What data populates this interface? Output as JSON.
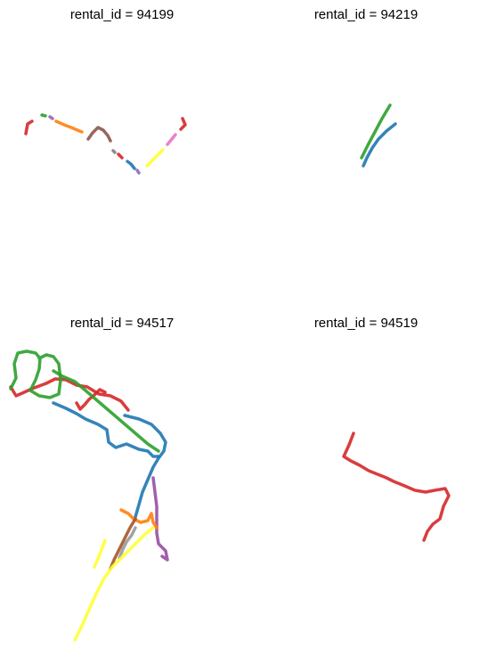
{
  "chart_data": [
    {
      "type": "line",
      "title": "rental_id = 94199",
      "xlim": [
        0,
        274
      ],
      "ylim": [
        364,
        0
      ],
      "series": [
        {
          "color": "#d62728",
          "points": [
            [
              29,
              150
            ],
            [
              31,
              139
            ],
            [
              36,
              136
            ]
          ]
        },
        {
          "color": "#2ca02c",
          "points": [
            [
              47,
              129
            ],
            [
              51,
              130
            ]
          ]
        },
        {
          "color": "#9467bd",
          "points": [
            [
              56,
              131
            ],
            [
              59,
              133
            ]
          ]
        },
        {
          "color": "#ff7f0e",
          "points": [
            [
              63,
              136
            ],
            [
              72,
              140
            ],
            [
              80,
              143
            ],
            [
              87,
              146
            ],
            [
              92,
              148
            ]
          ]
        },
        {
          "color": "#8c564b",
          "points": [
            [
              99,
              156
            ],
            [
              104,
              149
            ],
            [
              110,
              143
            ],
            [
              116,
              146
            ],
            [
              121,
              152
            ],
            [
              124,
              158
            ]
          ]
        },
        {
          "color": "#7f7f7f",
          "points": [
            [
              127,
              169
            ],
            [
              129,
              171
            ]
          ]
        },
        {
          "color": "#d62728",
          "points": [
            [
              133,
              173
            ],
            [
              137,
              177
            ]
          ]
        },
        {
          "color": "#1f77b4",
          "points": [
            [
              143,
              181
            ],
            [
              147,
              184
            ],
            [
              151,
              189
            ]
          ]
        },
        {
          "color": "#9467bd",
          "points": [
            [
              154,
              191
            ],
            [
              156,
              194
            ]
          ]
        },
        {
          "color": "#ffff33",
          "points": [
            [
              165,
              186
            ],
            [
              172,
              179
            ],
            [
              179,
              172
            ],
            [
              183,
              168
            ]
          ]
        },
        {
          "color": "#e377c2",
          "points": [
            [
              188,
              162
            ],
            [
              193,
              156
            ],
            [
              197,
              151
            ]
          ]
        },
        {
          "color": "#d62728",
          "points": [
            [
              203,
              145
            ],
            [
              208,
              140
            ],
            [
              205,
              133
            ]
          ]
        }
      ]
    },
    {
      "type": "line",
      "title": "rental_id = 94219",
      "xlim": [
        0,
        274
      ],
      "ylim": [
        364,
        0
      ],
      "series": [
        {
          "color": "#1f77b4",
          "points": [
            [
              134,
              186
            ],
            [
              138,
              177
            ],
            [
              144,
              166
            ],
            [
              151,
              156
            ],
            [
              160,
              147
            ],
            [
              170,
              139
            ]
          ]
        },
        {
          "color": "#2ca02c",
          "points": [
            [
              132,
              177
            ],
            [
              139,
              163
            ],
            [
              147,
              148
            ],
            [
              155,
              133
            ],
            [
              164,
              118
            ]
          ]
        }
      ]
    },
    {
      "type": "line",
      "title": "rental_id = 94517",
      "xlim": [
        0,
        274
      ],
      "ylim": [
        364,
        0
      ],
      "series": [
        {
          "color": "#d62728",
          "points": [
            [
              12,
              88
            ],
            [
              18,
              98
            ],
            [
              25,
              95
            ],
            [
              36,
              90
            ],
            [
              52,
              84
            ],
            [
              62,
              79
            ],
            [
              74,
              80
            ],
            [
              86,
              86
            ],
            [
              98,
              88
            ],
            [
              111,
              96
            ],
            [
              124,
              98
            ],
            [
              136,
              104
            ],
            [
              144,
              114
            ]
          ]
        },
        {
          "color": "#d62728",
          "points": [
            [
              86,
              106
            ],
            [
              90,
              113
            ],
            [
              95,
              108
            ],
            [
              100,
              102
            ],
            [
              106,
              97
            ],
            [
              112,
              91
            ],
            [
              118,
              94
            ]
          ]
        },
        {
          "color": "#2ca02c",
          "points": [
            [
              12,
              90
            ],
            [
              18,
              78
            ],
            [
              16,
              62
            ],
            [
              20,
              50
            ],
            [
              30,
              48
            ],
            [
              40,
              50
            ],
            [
              45,
              56
            ],
            [
              44,
              68
            ],
            [
              40,
              80
            ],
            [
              34,
              92
            ],
            [
              44,
              98
            ],
            [
              56,
              100
            ],
            [
              66,
              96
            ],
            [
              68,
              80
            ],
            [
              66,
              62
            ],
            [
              60,
              54
            ],
            [
              52,
              52
            ],
            [
              44,
              56
            ]
          ]
        },
        {
          "color": "#2ca02c",
          "points": [
            [
              60,
              70
            ],
            [
              70,
              76
            ],
            [
              84,
              82
            ],
            [
              96,
              92
            ],
            [
              110,
              104
            ],
            [
              124,
              116
            ],
            [
              138,
              128
            ],
            [
              152,
              140
            ],
            [
              166,
              152
            ],
            [
              178,
              160
            ]
          ]
        },
        {
          "color": "#1f77b4",
          "points": [
            [
              60,
              106
            ],
            [
              74,
              112
            ],
            [
              86,
              118
            ],
            [
              96,
              124
            ],
            [
              110,
              130
            ],
            [
              120,
              136
            ],
            [
              122,
              150
            ],
            [
              130,
              156
            ],
            [
              142,
              152
            ],
            [
              156,
              158
            ],
            [
              166,
              160
            ],
            [
              172,
              166
            ],
            [
              178,
              166
            ]
          ]
        },
        {
          "color": "#1f77b4",
          "points": [
            [
              140,
              120
            ],
            [
              156,
              124
            ],
            [
              170,
              130
            ],
            [
              180,
              140
            ],
            [
              186,
              150
            ],
            [
              184,
              160
            ],
            [
              178,
              168
            ],
            [
              172,
              178
            ],
            [
              166,
              192
            ],
            [
              160,
              206
            ],
            [
              156,
              220
            ],
            [
              152,
              234
            ]
          ]
        },
        {
          "color": "#984ea3",
          "points": [
            [
              172,
              190
            ],
            [
              174,
              206
            ],
            [
              176,
              222
            ],
            [
              176,
              238
            ],
            [
              176,
              252
            ],
            [
              178,
              264
            ],
            [
              186,
              272
            ],
            [
              188,
              282
            ],
            [
              182,
              278
            ]
          ]
        },
        {
          "color": "#ff7f0e",
          "points": [
            [
              136,
              226
            ],
            [
              144,
              230
            ],
            [
              150,
              236
            ],
            [
              158,
              240
            ],
            [
              166,
              238
            ],
            [
              170,
              230
            ],
            [
              172,
              240
            ],
            [
              176,
              246
            ]
          ]
        },
        {
          "color": "#a65628",
          "points": [
            [
              124,
              292
            ],
            [
              128,
              282
            ],
            [
              134,
              270
            ],
            [
              140,
              258
            ],
            [
              146,
              246
            ],
            [
              152,
              236
            ]
          ]
        },
        {
          "color": "#999999",
          "points": [
            [
              134,
              280
            ],
            [
              138,
              270
            ],
            [
              142,
              262
            ],
            [
              148,
              254
            ],
            [
              152,
              246
            ]
          ]
        },
        {
          "color": "#ffff33",
          "points": [
            [
              84,
              372
            ],
            [
              92,
              356
            ],
            [
              100,
              338
            ],
            [
              108,
              320
            ],
            [
              116,
              304
            ],
            [
              126,
              290
            ],
            [
              138,
              278
            ],
            [
              150,
              266
            ],
            [
              162,
              254
            ],
            [
              172,
              246
            ]
          ]
        },
        {
          "color": "#ffff33",
          "points": [
            [
              106,
              290
            ],
            [
              112,
              276
            ],
            [
              118,
              260
            ]
          ]
        }
      ]
    },
    {
      "type": "line",
      "title": "rental_id = 94519",
      "xlim": [
        0,
        274
      ],
      "ylim": [
        364,
        0
      ],
      "series": [
        {
          "color": "#d62728",
          "points": [
            [
              123,
              140
            ],
            [
              118,
              153
            ],
            [
              112,
              166
            ],
            [
              120,
              171
            ],
            [
              130,
              176
            ],
            [
              140,
              182
            ],
            [
              150,
              186
            ],
            [
              160,
              190
            ],
            [
              168,
              194
            ],
            [
              178,
              198
            ],
            [
              192,
              204
            ],
            [
              204,
              206
            ],
            [
              214,
              204
            ],
            [
              226,
              202
            ],
            [
              230,
              210
            ],
            [
              224,
              222
            ],
            [
              220,
              236
            ],
            [
              212,
              242
            ],
            [
              206,
              250
            ],
            [
              202,
              260
            ]
          ]
        }
      ]
    }
  ]
}
